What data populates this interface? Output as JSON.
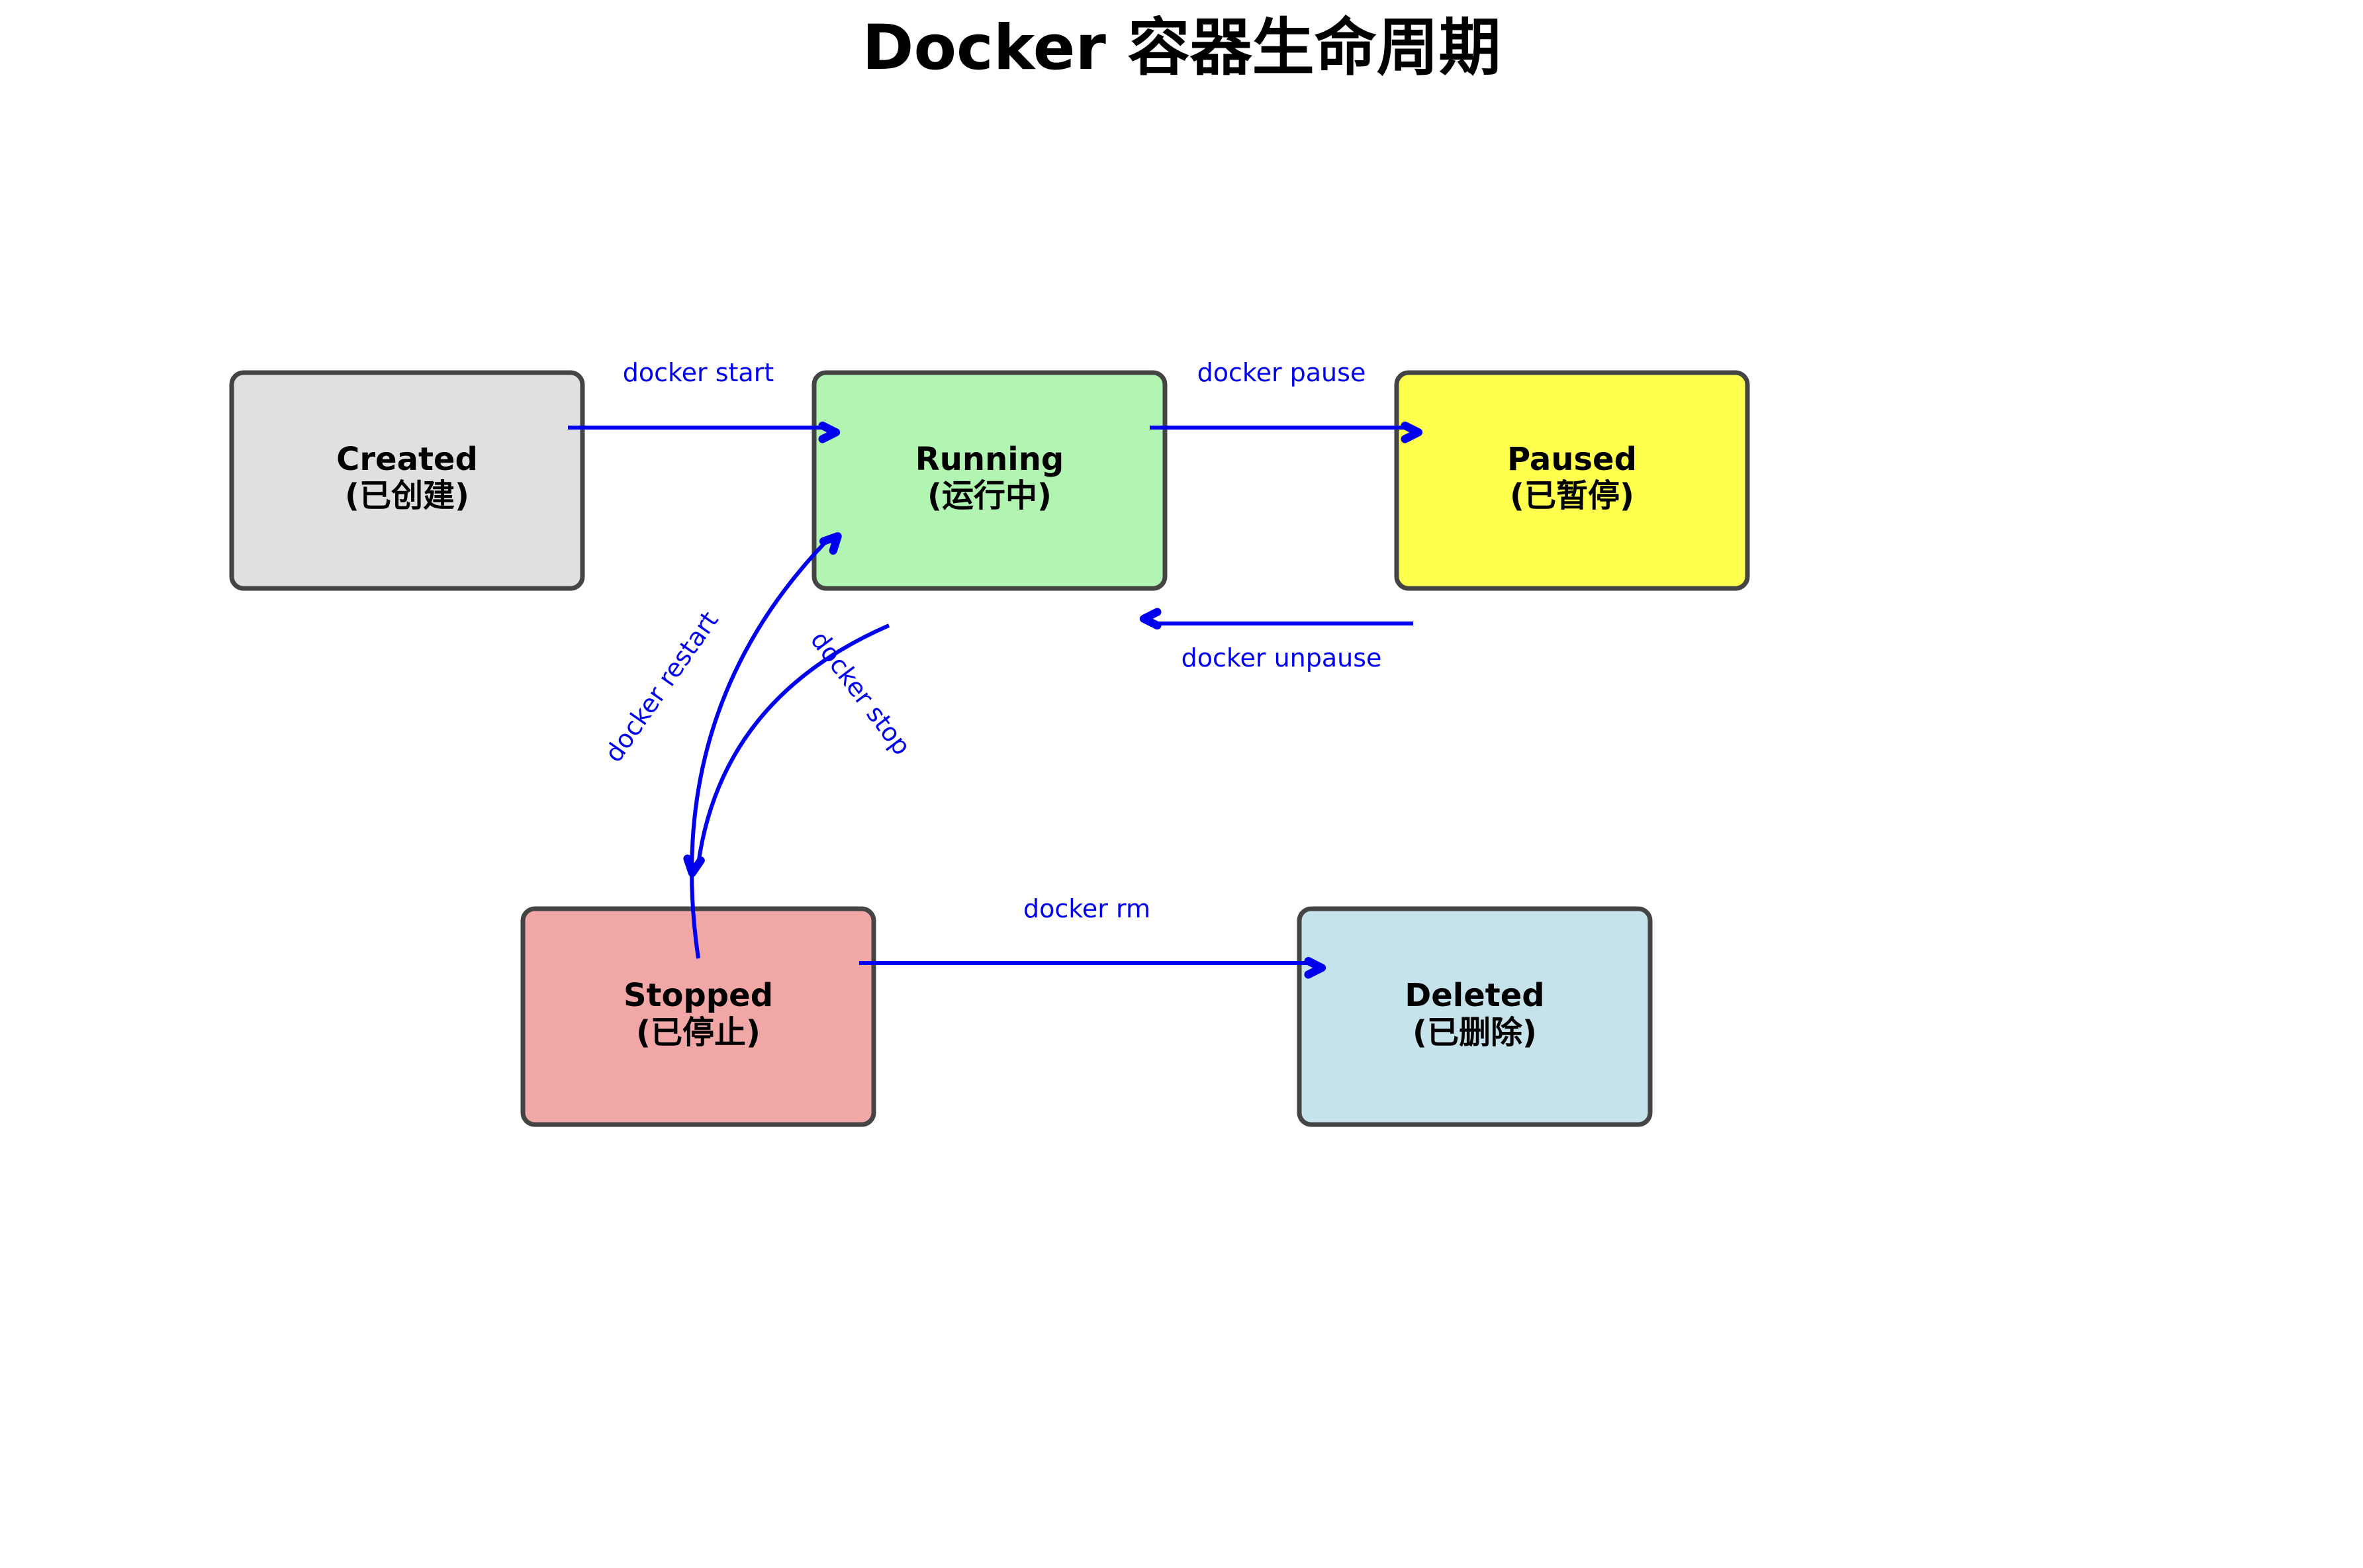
{
  "title": "Docker 容器生命周期",
  "colors": {
    "edge": "#0000ee",
    "node_border": "#444444",
    "created": "#e0e0e0",
    "running": "#b2f4b2",
    "paused": "#ffff4d",
    "stopped": "#f2a7a7",
    "deleted": "#c6e3ec"
  },
  "nodes": {
    "created": {
      "name": "Created",
      "subtitle": "(已创建)"
    },
    "running": {
      "name": "Running",
      "subtitle": "(运行中)"
    },
    "paused": {
      "name": "Paused",
      "subtitle": "(已暂停)"
    },
    "stopped": {
      "name": "Stopped",
      "subtitle": "(已停止)"
    },
    "deleted": {
      "name": "Deleted",
      "subtitle": "(已删除)"
    }
  },
  "edges": {
    "start": {
      "label": "docker start",
      "from": "Created",
      "to": "Running"
    },
    "pause": {
      "label": "docker pause",
      "from": "Running",
      "to": "Paused"
    },
    "unpause": {
      "label": "docker unpause",
      "from": "Paused",
      "to": "Running"
    },
    "stop": {
      "label": "docker stop",
      "from": "Running",
      "to": "Stopped"
    },
    "restart": {
      "label": "docker restart",
      "from": "Stopped",
      "to": "Running"
    },
    "rm": {
      "label": "docker rm",
      "from": "Stopped",
      "to": "Deleted"
    }
  }
}
